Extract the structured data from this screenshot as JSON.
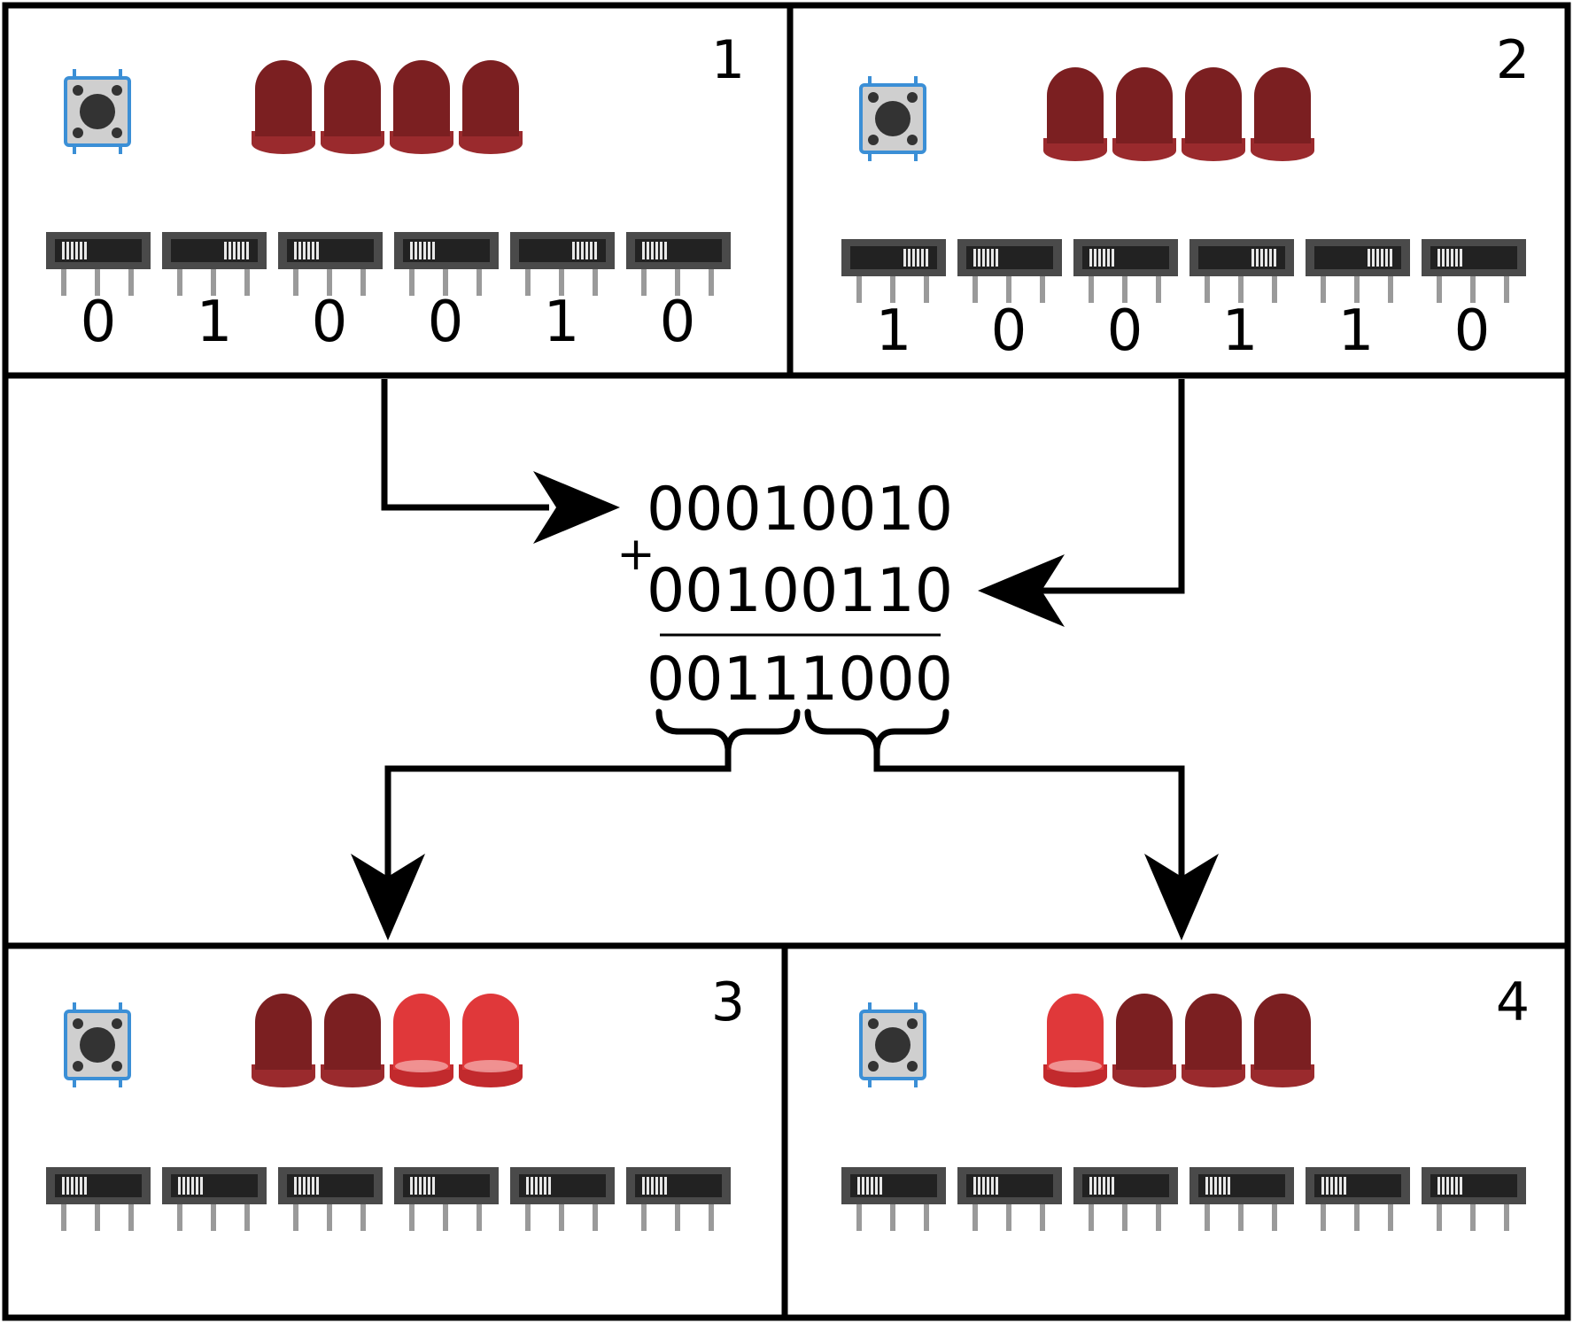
{
  "panels": [
    {
      "number": "1",
      "leds": [
        "off",
        "off",
        "off",
        "off"
      ],
      "switches": [
        "left",
        "right",
        "left",
        "left",
        "right",
        "left"
      ],
      "bits": [
        "0",
        "1",
        "0",
        "0",
        "1",
        "0"
      ]
    },
    {
      "number": "2",
      "leds": [
        "off",
        "off",
        "off",
        "off"
      ],
      "switches": [
        "right",
        "left",
        "left",
        "right",
        "right",
        "left"
      ],
      "bits": [
        "1",
        "0",
        "0",
        "1",
        "1",
        "0"
      ]
    },
    {
      "number": "3",
      "leds": [
        "off",
        "off",
        "on",
        "on"
      ],
      "switches": [
        "left",
        "left",
        "left",
        "left",
        "left",
        "left"
      ],
      "bits": []
    },
    {
      "number": "4",
      "leds": [
        "on",
        "off",
        "off",
        "off"
      ],
      "switches": [
        "left",
        "left",
        "left",
        "left",
        "left",
        "left"
      ],
      "bits": []
    }
  ],
  "addition": {
    "operator": "+",
    "operand_a": "00010010",
    "operand_b": "00100110",
    "result": "00111000"
  },
  "colors": {
    "led_off": "#7b1f21",
    "led_off_base": "#9a2a2d",
    "led_on": "#e0383a",
    "switch_body": "#4a4a4a",
    "switch_slot": "#222222",
    "switch_knob": "#e8e8e8",
    "pin": "#9a9a9a",
    "button_border": "#3b8fd6",
    "button_body": "#cfcfcf",
    "button_cap": "#333333",
    "line": "#000000"
  },
  "icons": {
    "button": "tactile-push-button-icon",
    "led": "led-icon",
    "switch": "slide-switch-icon"
  }
}
